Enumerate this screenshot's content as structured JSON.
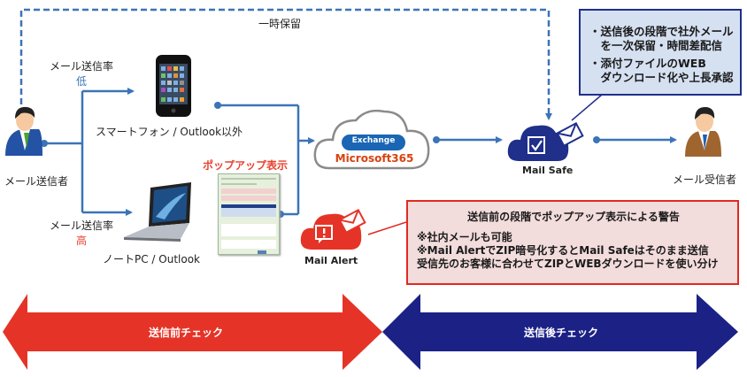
{
  "hold_label": "一時保留",
  "sender": {
    "label": "メール送信者"
  },
  "receiver": {
    "label": "メール受信者"
  },
  "route_low": {
    "rate_label": "メール送信率",
    "level": "低",
    "device_label": "スマートフォン / Outlook以外"
  },
  "route_high": {
    "rate_label": "メール送信率",
    "level": "高",
    "device_label": "ノートPC / Outlook"
  },
  "popup": {
    "label": "ポップアップ表示"
  },
  "cloud": {
    "badge": "Exchange",
    "name": "Microsoft365"
  },
  "mail_safe": {
    "label": "Mail Safe"
  },
  "mail_alert": {
    "label": "Mail Alert"
  },
  "callout_after": {
    "items": [
      "・送信後の段階で社外メール　を一次保留・時間差配信",
      "・添付ファイルのWEB　ダウンロード化や上長承認"
    ],
    "lines": [
      [
        "・送信後の段階で社外メール",
        "　を一次保留・時間差配信"
      ],
      [
        "・添付ファイルのWEB",
        "　ダウンロード化や上長承認"
      ]
    ]
  },
  "callout_before": {
    "title": "送信前の段階でポップアップ表示による警告",
    "lines": [
      "※社内メールも可能",
      "※Mail AlertでZIP暗号化するとMail Safeはそのまま送信",
      "受信先のお客様に合わせてZIPとWEBダウンロードを使い分け"
    ]
  },
  "phases": {
    "before": "送信前チェック",
    "after": "送信後チェック"
  },
  "colors": {
    "line_blue": "#3b74b7",
    "before_red": "#e53427",
    "after_navy": "#1c2186",
    "mail_safe_navy": "#1f2f8a",
    "alert_red": "#e53427",
    "m365_orange": "#d9410f",
    "exchange_blue": "#1a66b5"
  }
}
